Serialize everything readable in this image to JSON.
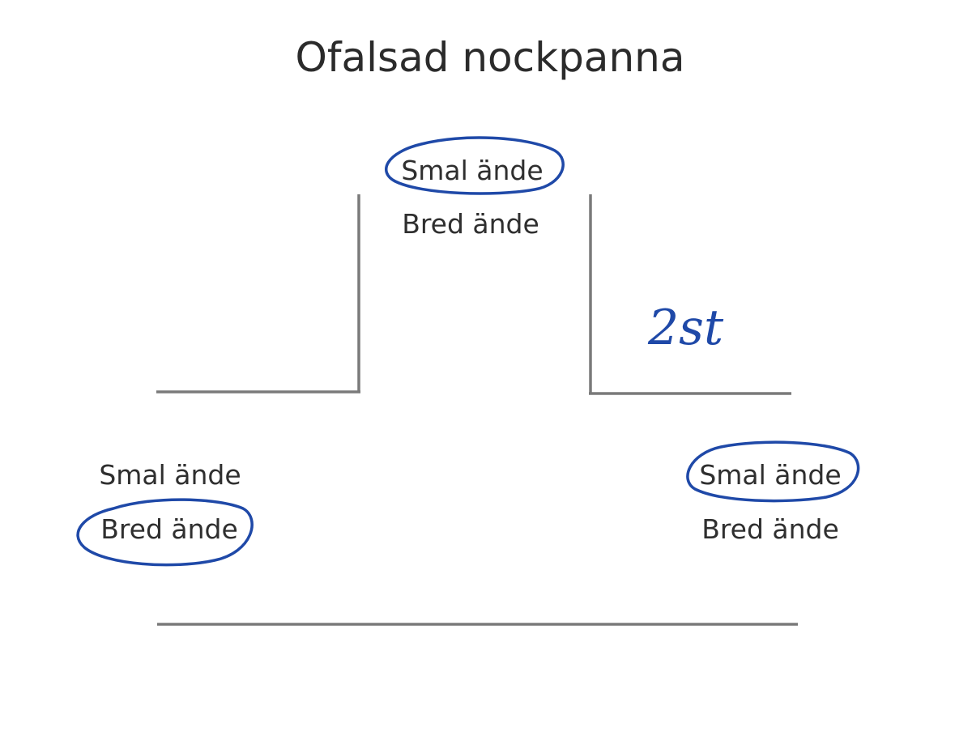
{
  "title": "Ofalsad nockpanna",
  "labels": {
    "top": {
      "smal": "Smal ände",
      "bred": "Bred ände",
      "circled": "smal"
    },
    "left": {
      "smal": "Smal ände",
      "bred": "Bred ände",
      "circled": "bred"
    },
    "right": {
      "smal": "Smal ände",
      "bred": "Bred ände",
      "circled": "smal"
    }
  },
  "annotation": {
    "count": "2st"
  },
  "colors": {
    "ink": "#1f49a8",
    "line": "#7a7a7a",
    "text": "#2f2f2f"
  }
}
